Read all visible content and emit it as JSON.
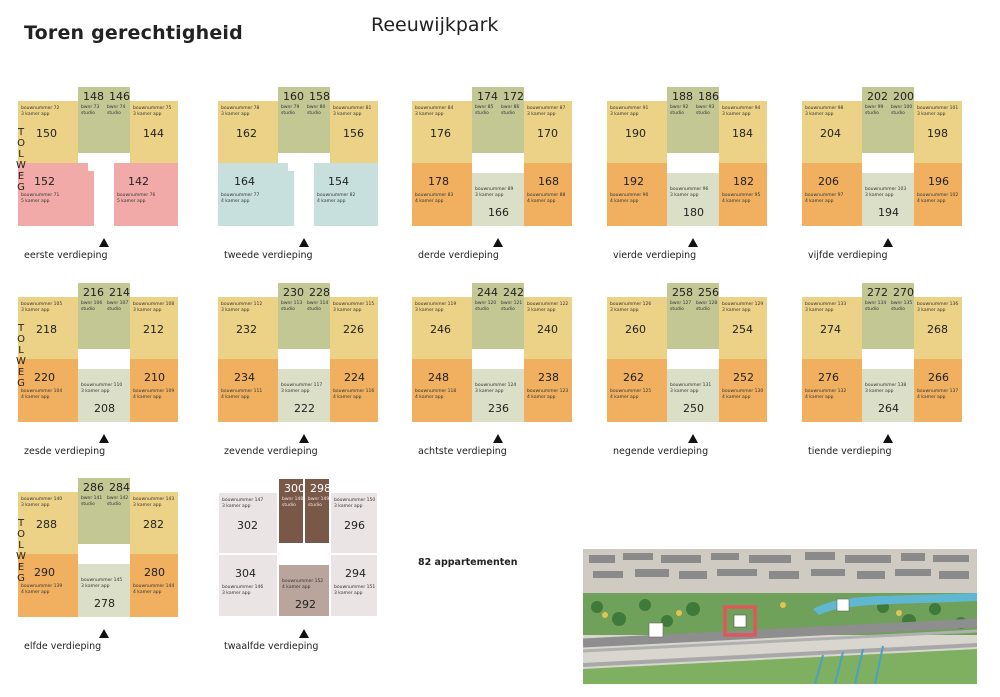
{
  "header": {
    "title": "Toren gerechtigheid",
    "subtitle": "Reeuwijkpark"
  },
  "road_label": "TOLWEG",
  "summary": "82 appartementen",
  "colors": {
    "yellow": "#ecd286",
    "olive": "#c2c794",
    "orange": "#f0b060",
    "pink": "#f2aaa8",
    "teal": "#c7e0dd",
    "sage": "#dcdfc8",
    "brown": "#7a5848",
    "taupe": "#b9a59c",
    "lightgray": "#ebe4e4"
  },
  "floors": [
    {
      "label": "eerste verdieping",
      "variant": "pink",
      "tolweg": true,
      "units": {
        "tl": "150",
        "sl": "148",
        "sr": "146",
        "tr": "144",
        "bl": "152",
        "br": "142"
      },
      "notes": {
        "tl": "bouwnummer 72\n3 kamer app",
        "sl": "bwnr 73\nstudio",
        "sr": "bwnr 74\nstudio",
        "tr": "bouwnummer 75\n3 kamer app",
        "bl": "bouwnummer 71\n5 kamer app",
        "br": "bouwnummer 76\n5 kamer app"
      }
    },
    {
      "label": "tweede verdieping",
      "variant": "teal",
      "tolweg": false,
      "units": {
        "tl": "162",
        "sl": "160",
        "sr": "158",
        "tr": "156",
        "bl": "164",
        "br": "154"
      },
      "notes": {
        "tl": "bouwnummer 78\n3 kamer app",
        "sl": "bwnr 79\nstudio",
        "sr": "bwnr 80\nstudio",
        "tr": "bouwnummer 81\n3 kamer app",
        "bl": "bouwnummer 77\n4 kamer app",
        "br": "bouwnummer 82\n4 kamer app"
      }
    },
    {
      "label": "derde verdieping",
      "variant": "std",
      "tolweg": false,
      "units": {
        "tl": "176",
        "sl": "174",
        "sr": "172",
        "tr": "170",
        "bl": "178",
        "bc": "166",
        "br": "168"
      },
      "notes": {
        "tl": "bouwnummer 84\n3 kamer app",
        "sl": "bwnr 85\nstudio",
        "sr": "bwnr 86\nstudio",
        "tr": "bouwnummer 87\n3 kamer app",
        "bl": "bouwnummer 83\n4 kamer app",
        "bc": "bouwnummer 89\n3 kamer app",
        "br": "bouwnummer 88\n4 kamer app"
      }
    },
    {
      "label": "vierde verdieping",
      "variant": "std",
      "tolweg": false,
      "units": {
        "tl": "190",
        "sl": "188",
        "sr": "186",
        "tr": "184",
        "bl": "192",
        "bc": "180",
        "br": "182"
      },
      "notes": {
        "tl": "bouwnummer 91\n3 kamer app",
        "sl": "bwnr 92\nstudio",
        "sr": "bwnr 93\nstudio",
        "tr": "bouwnummer 94\n3 kamer app",
        "bl": "bouwnummer 90\n4 kamer app",
        "bc": "bouwnummer 96\n3 kamer app",
        "br": "bouwnummer 95\n4 kamer app"
      }
    },
    {
      "label": "vijfde verdieping",
      "variant": "std",
      "tolweg": false,
      "units": {
        "tl": "204",
        "sl": "202",
        "sr": "200",
        "tr": "198",
        "bl": "206",
        "bc": "194",
        "br": "196"
      },
      "notes": {
        "tl": "bouwnummer 98\n3 kamer app",
        "sl": "bwnr 99\nstudio",
        "sr": "bwnr 100\nstudio",
        "tr": "bouwnummer 101\n3 kamer app",
        "bl": "bouwnummer 97\n4 kamer app",
        "bc": "bouwnummer 103\n3 kamer app",
        "br": "bouwnummer 102\n4 kamer app"
      }
    },
    {
      "label": "zesde verdieping",
      "variant": "std",
      "tolweg": true,
      "units": {
        "tl": "218",
        "sl": "216",
        "sr": "214",
        "tr": "212",
        "bl": "220",
        "bc": "208",
        "br": "210"
      },
      "notes": {
        "tl": "bouwnummer 105\n3 kamer app",
        "sl": "bwnr 106\nstudio",
        "sr": "bwnr 107\nstudio",
        "tr": "bouwnummer 108\n3 kamer app",
        "bl": "bouwnummer 104\n4 kamer app",
        "bc": "bouwnummer 110\n3 kamer app",
        "br": "bouwnummer 109\n4 kamer app"
      }
    },
    {
      "label": "zevende verdieping",
      "variant": "std",
      "tolweg": false,
      "units": {
        "tl": "232",
        "sl": "230",
        "sr": "228",
        "tr": "226",
        "bl": "234",
        "bc": "222",
        "br": "224"
      },
      "notes": {
        "tl": "bouwnummer 112\n3 kamer app",
        "sl": "bwnr 113\nstudio",
        "sr": "bwnr 114\nstudio",
        "tr": "bouwnummer 115\n3 kamer app",
        "bl": "bouwnummer 111\n4 kamer app",
        "bc": "bouwnummer 117\n3 kamer app",
        "br": "bouwnummer 116\n4 kamer app"
      }
    },
    {
      "label": "achtste verdieping",
      "variant": "std",
      "tolweg": false,
      "units": {
        "tl": "246",
        "sl": "244",
        "sr": "242",
        "tr": "240",
        "bl": "248",
        "bc": "236",
        "br": "238"
      },
      "notes": {
        "tl": "bouwnummer 119\n3 kamer app",
        "sl": "bwnr 120\nstudio",
        "sr": "bwnr 121\nstudio",
        "tr": "bouwnummer 122\n3 kamer app",
        "bl": "bouwnummer 118\n4 kamer app",
        "bc": "bouwnummer 124\n3 kamer app",
        "br": "bouwnummer 123\n4 kamer app"
      }
    },
    {
      "label": "negende verdieping",
      "variant": "std",
      "tolweg": false,
      "units": {
        "tl": "260",
        "sl": "258",
        "sr": "256",
        "tr": "254",
        "bl": "262",
        "bc": "250",
        "br": "252"
      },
      "notes": {
        "tl": "bouwnummer 126\n3 kamer app",
        "sl": "bwnr 127\nstudio",
        "sr": "bwnr 128\nstudio",
        "tr": "bouwnummer 129\n3 kamer app",
        "bl": "bouwnummer 125\n4 kamer app",
        "bc": "bouwnummer 131\n3 kamer app",
        "br": "bouwnummer 130\n4 kamer app"
      }
    },
    {
      "label": "tiende verdieping",
      "variant": "std",
      "tolweg": false,
      "units": {
        "tl": "274",
        "sl": "272",
        "sr": "270",
        "tr": "268",
        "bl": "276",
        "bc": "264",
        "br": "266"
      },
      "notes": {
        "tl": "bouwnummer 133\n3 kamer app",
        "sl": "bwnr 134\nstudio",
        "sr": "bwnr 135\nstudio",
        "tr": "bouwnummer 136\n3 kamer app",
        "bl": "bouwnummer 132\n4 kamer app",
        "bc": "bouwnummer 138\n3 kamer app",
        "br": "bouwnummer 137\n4 kamer app"
      }
    },
    {
      "label": "elfde verdieping",
      "variant": "std",
      "tolweg": true,
      "units": {
        "tl": "288",
        "sl": "286",
        "sr": "284",
        "tr": "282",
        "bl": "290",
        "bc": "278",
        "br": "280"
      },
      "notes": {
        "tl": "bouwnummer 140\n3 kamer app",
        "sl": "bwnr 141\nstudio",
        "sr": "bwnr 142\nstudio",
        "tr": "bouwnummer 143\n3 kamer app",
        "bl": "bouwnummer 139\n4 kamer app",
        "bc": "bouwnummer 145\n3 kamer app",
        "br": "bouwnummer 144\n4 kamer app"
      }
    },
    {
      "label": "twaalfde verdieping",
      "variant": "top",
      "tolweg": false,
      "units": {
        "tl": "302",
        "sl": "300",
        "sr": "298",
        "tr": "296",
        "bl": "304",
        "bc": "292",
        "br": "294"
      },
      "notes": {
        "tl": "bouwnummer 147\n3 kamer app",
        "sl": "bwnr 148\nstudio",
        "sr": "bwnr 149\nstudio",
        "tr": "bouwnummer 150\n3 kamer app",
        "bl": "bouwnummer 146\n3 kamer app",
        "bc": "bouwnummer 152\n4 kamer app",
        "br": "bouwnummer 151\n3 kamer app"
      }
    }
  ]
}
